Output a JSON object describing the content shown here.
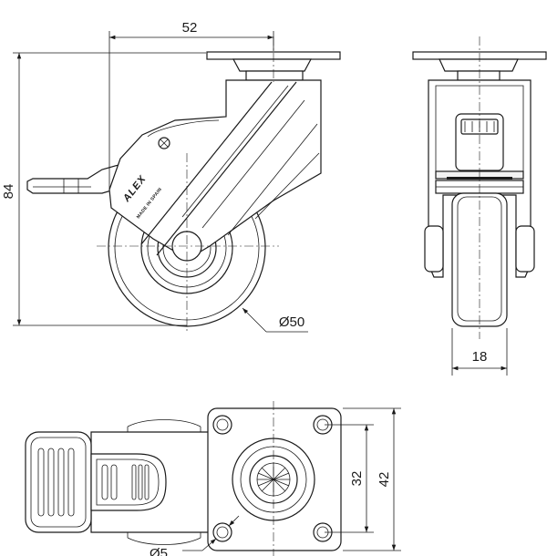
{
  "drawing": {
    "dimensions": {
      "top_width": "52",
      "height": "84",
      "wheel_diameter": "Ø50",
      "wheel_width": "18",
      "hole_spacing": "32",
      "plate_size": "42",
      "hole_diameter": "Ø5"
    },
    "brand": {
      "logo": "ALEX",
      "made_in": "MADE IN SPAIN"
    }
  }
}
